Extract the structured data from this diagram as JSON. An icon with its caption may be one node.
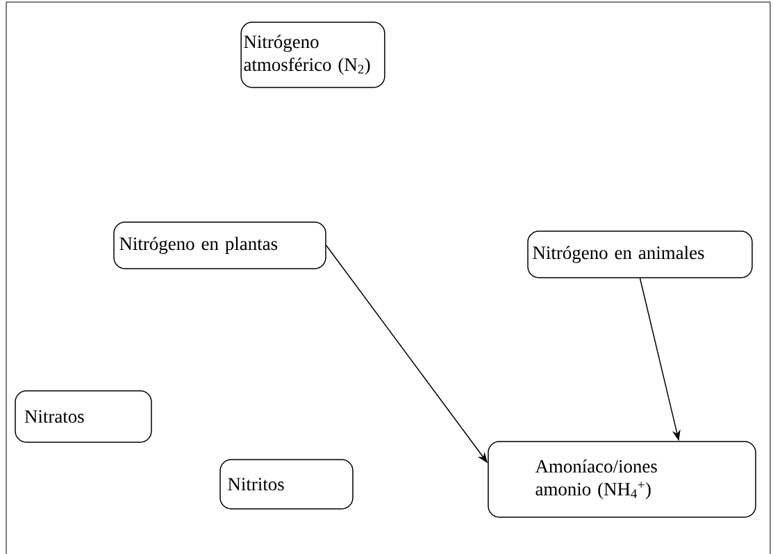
{
  "diagram": {
    "nodes": [
      {
        "text": [
          "Nitrógeno atmosférico (N$_{2}$)"
        ]
      },
      {
        "text": [
          "Nitrógeno en plantas"
        ]
      },
      {
        "text": [
          "Nitrógeno en animales"
        ]
      },
      {
        "text": [
          "Nitratos"
        ]
      },
      {
        "text": [
          "Nitritos"
        ]
      },
      {
        "text": [
          "Amoníaco/iones amonio (NH$_{4}$$^{+}$)"
        ]
      }
    ],
    "edges": [
      {
        "from": 1,
        "to": 5,
        "arrow": "to"
      },
      {
        "from": 2,
        "to": 5,
        "arrow": "to"
      }
    ]
  }
}
